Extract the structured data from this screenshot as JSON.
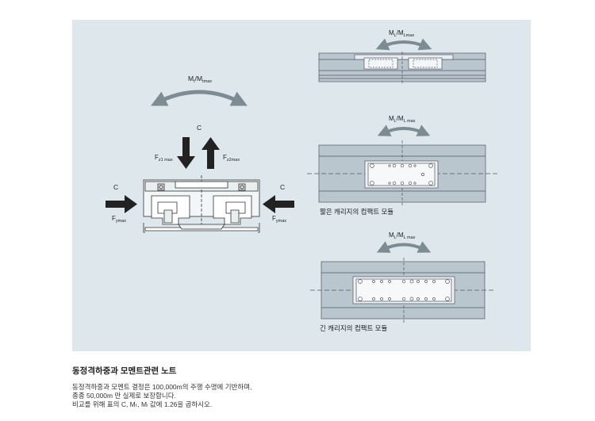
{
  "diagram": {
    "labels": {
      "mt_top": {
        "main": "M",
        "sub1": "t",
        "slash": "/M",
        "sub2": "tmax"
      },
      "c_top": "C",
      "fz1": {
        "main": "F",
        "sub": "z1 max"
      },
      "fz2": {
        "main": "F",
        "sub": "z2max"
      },
      "c_left": "C",
      "c_right": "C",
      "fy_left": {
        "main": "F",
        "sub": "ymax"
      },
      "fy_right": {
        "main": "F",
        "sub": "ymax"
      },
      "ml_1": {
        "main": "M",
        "sub1": "L",
        "slash": "/M",
        "sub2": "Lmax"
      },
      "ml_2": {
        "main": "M",
        "sub1": "L",
        "slash": "/M",
        "sub2": "L max"
      },
      "ml_3": {
        "main": "M",
        "sub1": "L",
        "slash": "/M",
        "sub2": "L max"
      }
    },
    "captions": {
      "short_carriage": "짧은 캐리지의 컴팩트 모듈",
      "long_carriage": "긴 캐리지의 컴팩트 모듈"
    },
    "colors": {
      "panel": "#dde7ec",
      "arrow": "#7d8b93",
      "force_arrow": "#222222",
      "rail": "#b3c0c7"
    }
  },
  "notes": {
    "title": "동정격하중과 모멘트관련 노트",
    "lines": [
      "동정격하중과 모멘트 결정은 100,000m의 주행 수명에 기반하며,",
      "종종 50,000m 만 실제로 보장합니다.",
      "비교를 위해 표의 C, Mₜ, Mₗ 값에 1.26을 곱하시오."
    ]
  }
}
